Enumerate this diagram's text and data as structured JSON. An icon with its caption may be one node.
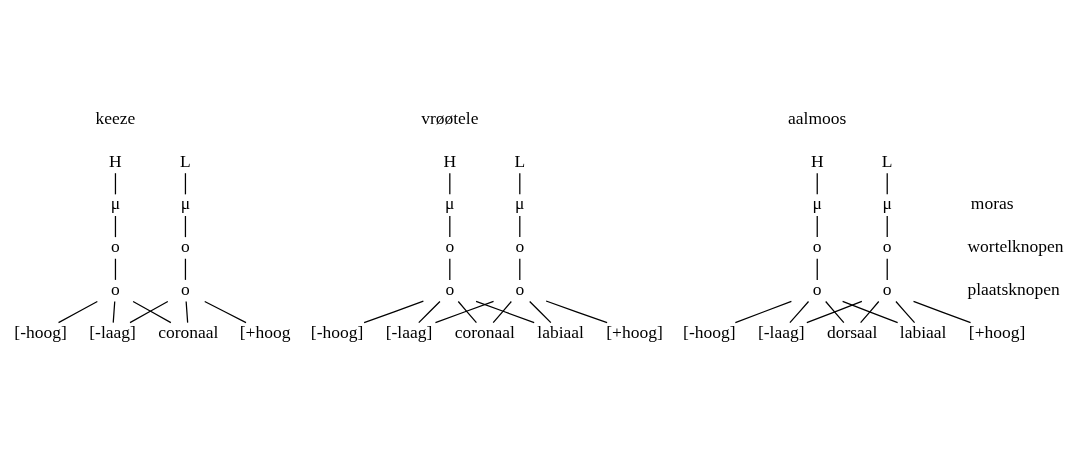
{
  "diagram": {
    "nodes": [
      {
        "text": [
          "H"
        ]
      },
      {
        "text": [
          "L"
        ]
      },
      {
        "text": [
          "μ"
        ]
      },
      {
        "text": [
          "μ"
        ]
      },
      {
        "text": [
          "o"
        ]
      },
      {
        "text": [
          "o"
        ]
      },
      {
        "text": [
          "o"
        ]
      },
      {
        "text": [
          "o"
        ]
      },
      {
        "text": [
          "[-hoog]"
        ]
      },
      {
        "text": [
          "[+hoog"
        ]
      },
      {
        "text": [
          "[-laag]"
        ]
      },
      {
        "text": [
          "coronaal"
        ]
      },
      {
        "text": [
          "H"
        ]
      },
      {
        "text": [
          "L"
        ]
      },
      {
        "text": [
          "μ"
        ]
      },
      {
        "text": [
          "μ"
        ]
      },
      {
        "text": [
          "o"
        ]
      },
      {
        "text": [
          "o"
        ]
      },
      {
        "text": [
          "o"
        ]
      },
      {
        "text": [
          "o"
        ]
      },
      {
        "text": [
          "[-hoog]"
        ]
      },
      {
        "text": [
          "[+hoog]"
        ]
      },
      {
        "text": [
          "[-laag]"
        ]
      },
      {
        "text": [
          "coronaal"
        ]
      },
      {
        "text": [
          "labiaal"
        ]
      },
      {
        "text": [
          "H"
        ]
      },
      {
        "text": [
          "L"
        ]
      },
      {
        "text": [
          "μ"
        ]
      },
      {
        "text": [
          "μ"
        ]
      },
      {
        "text": [
          "o"
        ]
      },
      {
        "text": [
          "o"
        ]
      },
      {
        "text": [
          "o"
        ]
      },
      {
        "text": [
          "o"
        ]
      },
      {
        "text": [
          "[-hoog]"
        ]
      },
      {
        "text": [
          "[+hoog]"
        ]
      },
      {
        "text": [
          "[-laag]"
        ]
      },
      {
        "text": [
          "dorsaal"
        ]
      },
      {
        "text": [
          "labiaal"
        ]
      }
    ],
    "edges": [
      {
        "from": 0,
        "to": 2,
        "arrow": "none"
      },
      {
        "from": 1,
        "to": 3,
        "arrow": "none"
      },
      {
        "from": 2,
        "to": 4,
        "arrow": "none"
      },
      {
        "from": 3,
        "to": 5,
        "arrow": "none"
      },
      {
        "from": 4,
        "to": 6,
        "arrow": "none"
      },
      {
        "from": 5,
        "to": 7,
        "arrow": "none"
      },
      {
        "from": 6,
        "to": 8,
        "arrow": "none"
      },
      {
        "from": 6,
        "to": 10,
        "arrow": "none"
      },
      {
        "from": 6,
        "to": 11,
        "arrow": "none"
      },
      {
        "from": 7,
        "to": 10,
        "arrow": "none"
      },
      {
        "from": 7,
        "to": 11,
        "arrow": "none"
      },
      {
        "from": 7,
        "to": 9,
        "arrow": "none"
      },
      {
        "from": 12,
        "to": 14,
        "arrow": "none"
      },
      {
        "from": 13,
        "to": 15,
        "arrow": "none"
      },
      {
        "from": 14,
        "to": 16,
        "arrow": "none"
      },
      {
        "from": 15,
        "to": 17,
        "arrow": "none"
      },
      {
        "from": 16,
        "to": 18,
        "arrow": "none"
      },
      {
        "from": 17,
        "to": 19,
        "arrow": "none"
      },
      {
        "from": 18,
        "to": 20,
        "arrow": "none"
      },
      {
        "from": 18,
        "to": 22,
        "arrow": "none"
      },
      {
        "from": 18,
        "to": 24,
        "arrow": "none"
      },
      {
        "from": 18,
        "to": 23,
        "arrow": "none"
      },
      {
        "from": 19,
        "to": 22,
        "arrow": "none"
      },
      {
        "from": 19,
        "to": 24,
        "arrow": "none"
      },
      {
        "from": 19,
        "to": 23,
        "arrow": "none"
      },
      {
        "from": 19,
        "to": 21,
        "arrow": "none"
      },
      {
        "from": 25,
        "to": 27,
        "arrow": "none"
      },
      {
        "from": 26,
        "to": 28,
        "arrow": "none"
      },
      {
        "from": 27,
        "to": 29,
        "arrow": "none"
      },
      {
        "from": 28,
        "to": 30,
        "arrow": "none"
      },
      {
        "from": 29,
        "to": 31,
        "arrow": "none"
      },
      {
        "from": 30,
        "to": 32,
        "arrow": "none"
      },
      {
        "from": 31,
        "to": 33,
        "arrow": "none"
      },
      {
        "from": 31,
        "to": 35,
        "arrow": "none"
      },
      {
        "from": 31,
        "to": 37,
        "arrow": "none"
      },
      {
        "from": 31,
        "to": 36,
        "arrow": "none"
      },
      {
        "from": 32,
        "to": 35,
        "arrow": "none"
      },
      {
        "from": 32,
        "to": 37,
        "arrow": "none"
      },
      {
        "from": 32,
        "to": 36,
        "arrow": "none"
      },
      {
        "from": 32,
        "to": 34,
        "arrow": "none"
      }
    ],
    "labels": [
      "keeze",
      "vrøøtele",
      "aalmoos",
      "moras",
      "wortelknopen",
      "plaatsknopen"
    ]
  }
}
